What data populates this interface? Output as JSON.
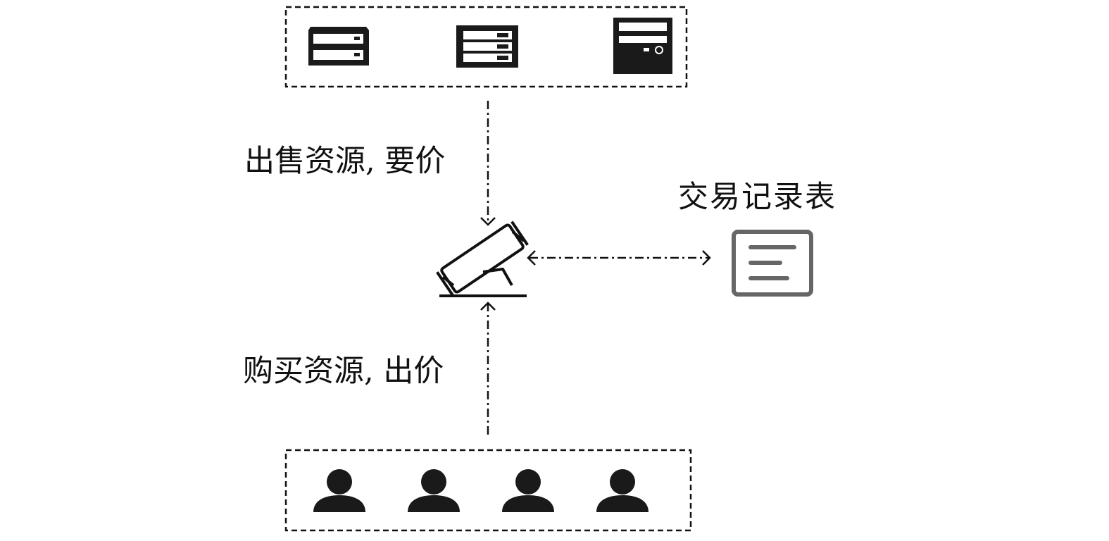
{
  "labels": {
    "sell_edge": "出售资源, 要价",
    "buy_edge": "购买资源, 出价",
    "ledger": "交易记录表"
  },
  "nodes": {
    "sellers": {
      "icons": [
        "rack-server-icon",
        "rack-server-icon",
        "tower-server-icon"
      ]
    },
    "auctioneer": {
      "icon": "gavel-icon"
    },
    "ledger": {
      "icon": "document-icon"
    },
    "buyers": {
      "icons": [
        "user-icon",
        "user-icon",
        "user-icon",
        "user-icon"
      ]
    }
  },
  "colors": {
    "stroke": "#111111",
    "icon_dark": "#1a1a1a",
    "document_gray": "#666666"
  }
}
